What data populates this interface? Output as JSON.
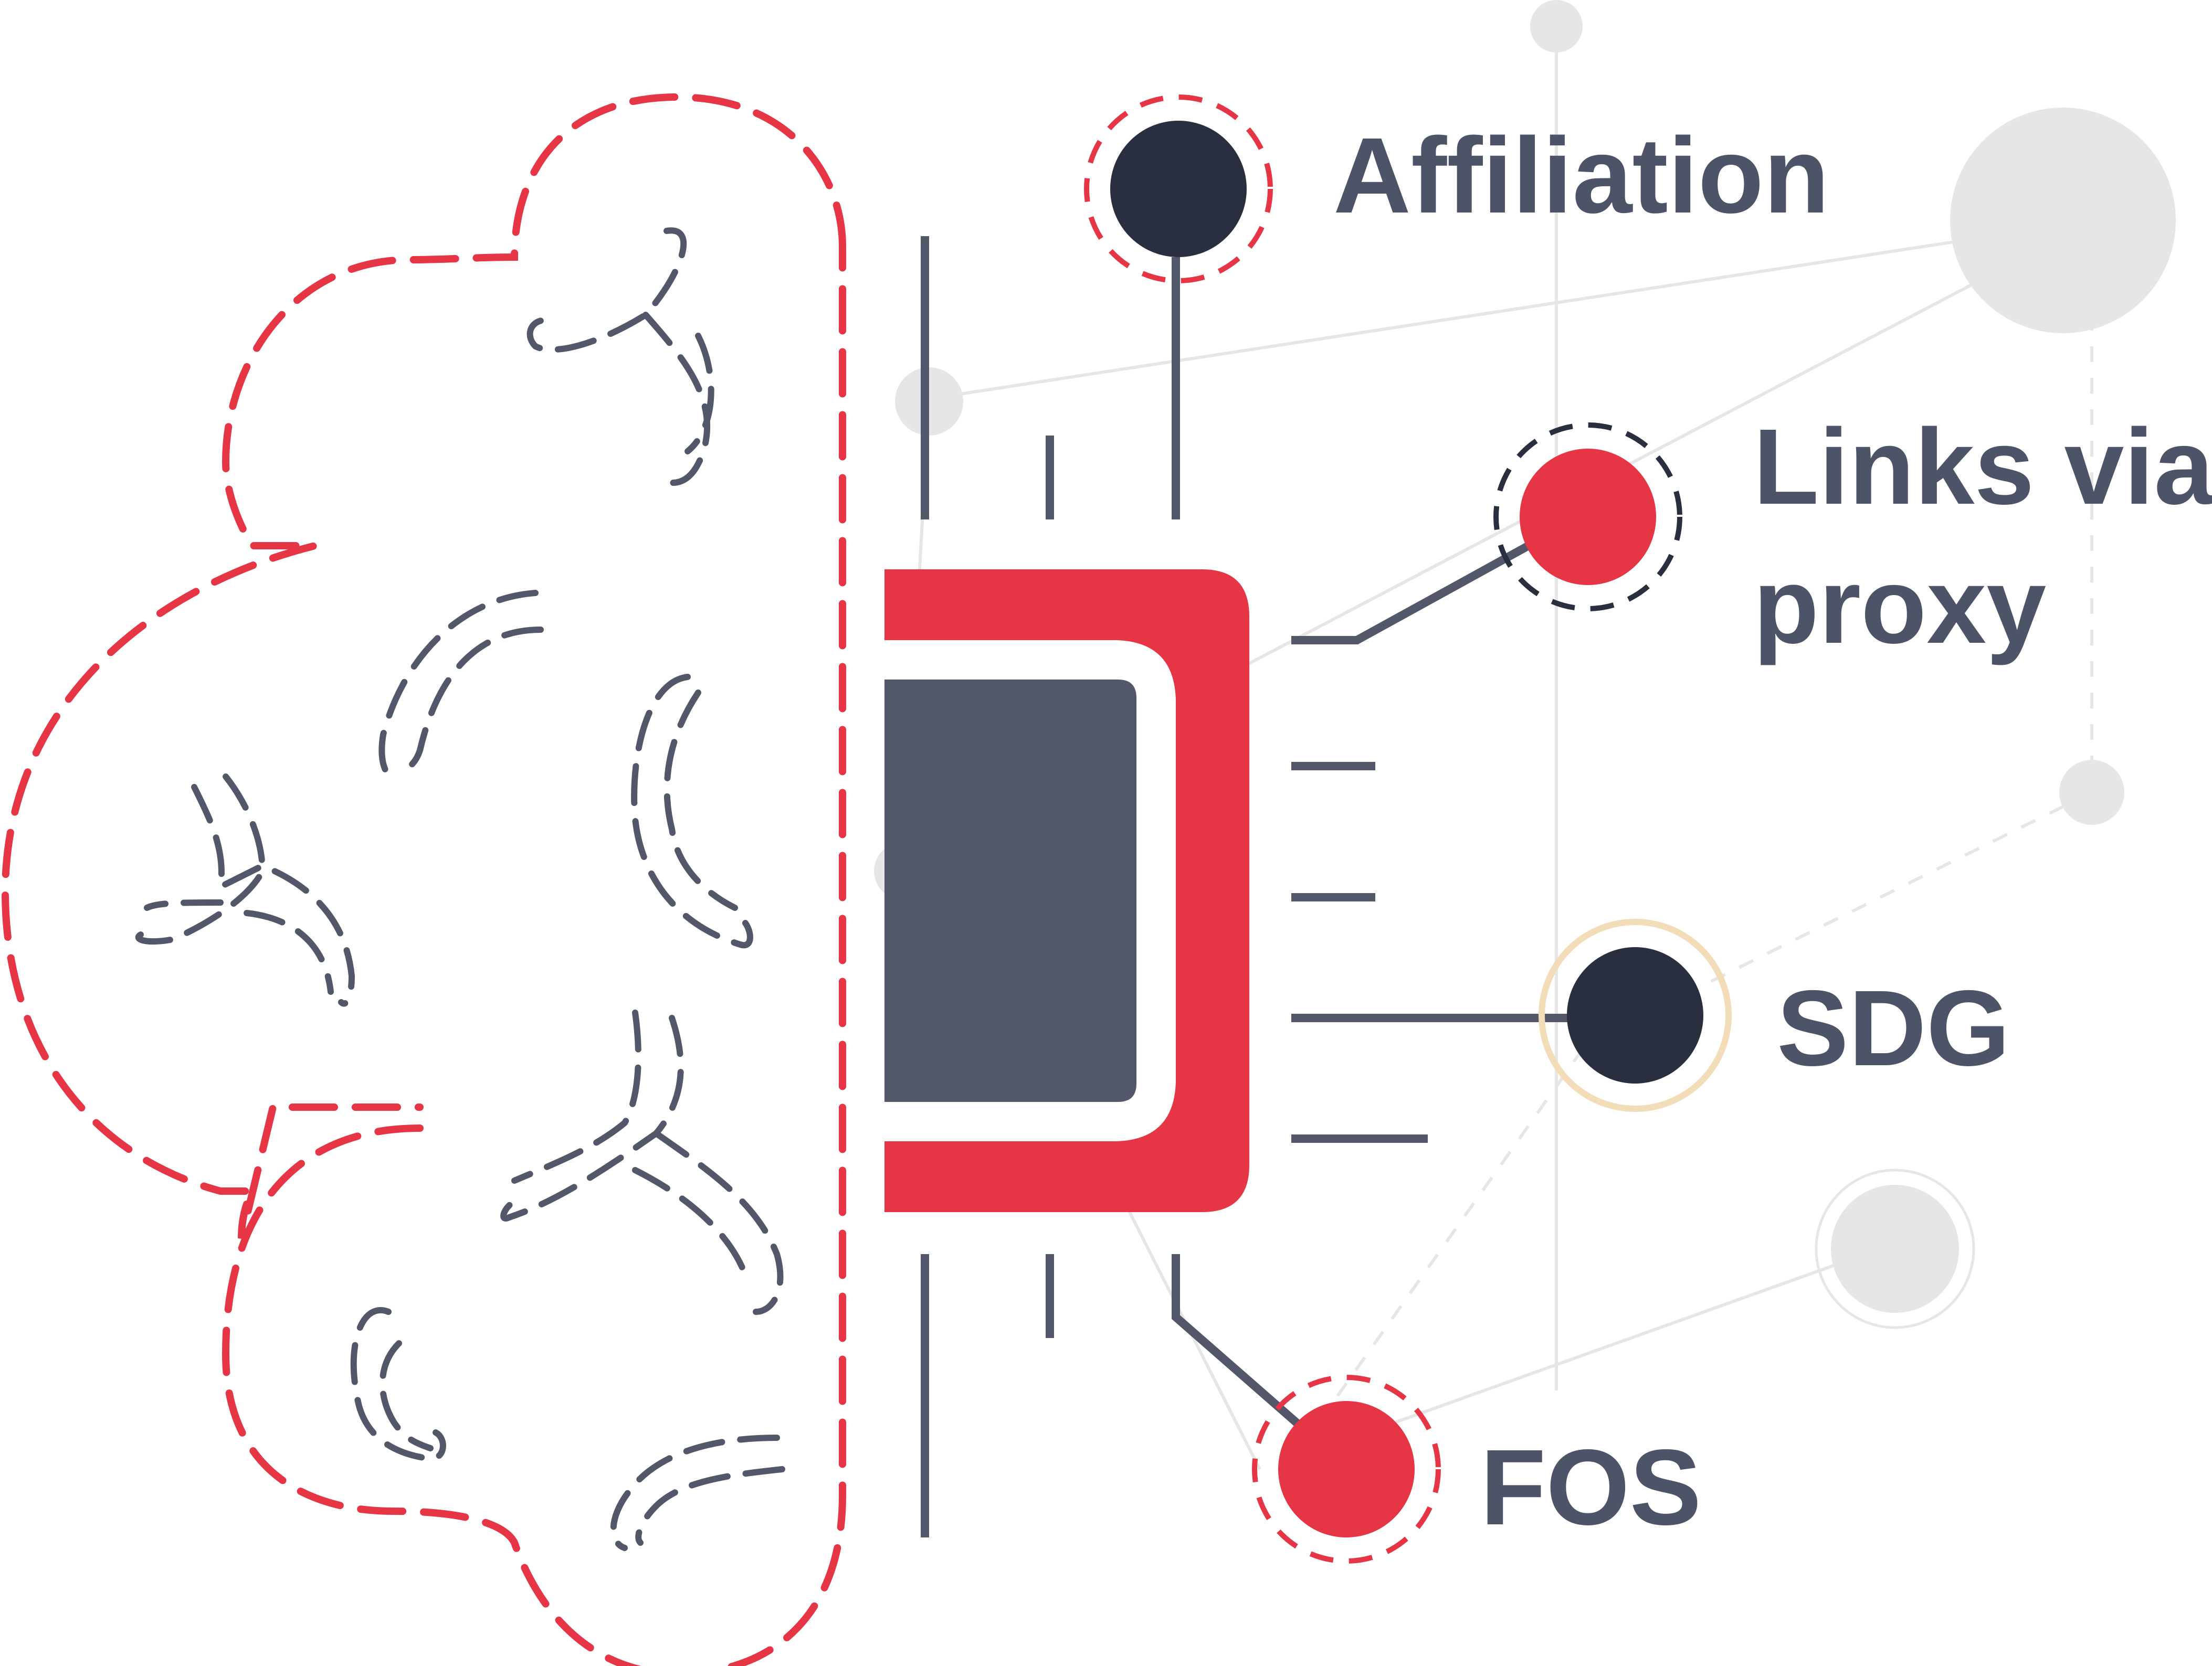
{
  "colors": {
    "red": "#e63544",
    "navy": "#2a2f3f",
    "slate": "#525869",
    "gold": "#f3dcb8",
    "grey": "#e6e6e6",
    "text": "#4e5468"
  },
  "icons": {
    "brain": "brain-outline-icon",
    "chip": "processor-chip-icon",
    "network": "network-nodes-icon"
  },
  "labels": {
    "affiliation": "Affiliation",
    "links_line1": "Links via",
    "links_line2": "proxy",
    "sdg": "SDG",
    "fos": "FOS"
  }
}
